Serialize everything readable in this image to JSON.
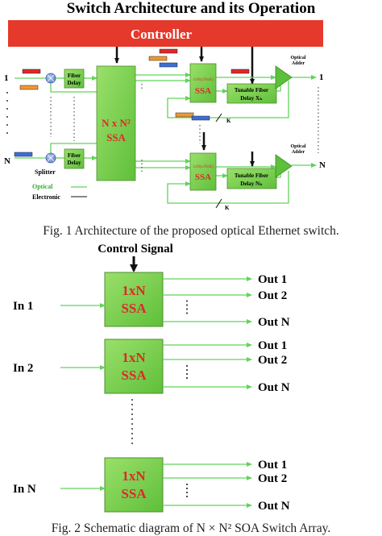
{
  "fig1": {
    "title": "Switch Architecture and its Operation",
    "controller_label": "Controller",
    "input_first": "1",
    "input_last": "N",
    "fiber_delay_label": [
      "Fiber",
      "Delay"
    ],
    "splitter_label": "Splitter",
    "main_ssa_label": [
      "N x N²",
      "SSA"
    ],
    "ssa_small_top": "1xN(x/NxK)",
    "ssa_label": "SSA",
    "tunable_top": [
      "Tunable Fiber",
      "Delay Xₖ"
    ],
    "tunable_bottom": [
      "Tunable Fiber",
      "Delay Nₖ"
    ],
    "optical_adder": [
      "Optical",
      "Adder"
    ],
    "output_first": "1",
    "output_last": "N",
    "k_label": "K",
    "legend_optical": "Optical",
    "legend_electronic": "Electronic",
    "caption": "Fig. 1 Architecture of the proposed optical Ethernet switch.",
    "colors": {
      "controller": "#e5392b",
      "block_green": "#7ad14a",
      "block_border": "#4d8f2e",
      "optical_line": "#62d35a",
      "splitter": "#6f8fd6",
      "adder": "#5cc03a",
      "pkt_red": "#e0282a",
      "pkt_orange": "#f0982e",
      "pkt_blue": "#3c6ed8"
    }
  },
  "fig2": {
    "control_signal": "Control Signal",
    "block_label": [
      "1xN",
      "SSA"
    ],
    "inputs": [
      "In 1",
      "In 2",
      "In N"
    ],
    "outputs": [
      "Out 1",
      "Out 2",
      "Out N"
    ],
    "caption": "Fig. 2 Schematic diagram of N × N² SOA Switch Array."
  }
}
